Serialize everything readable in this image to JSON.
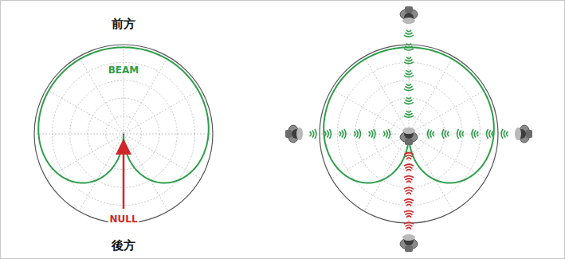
{
  "diagram": {
    "labels": [
      "前方",
      "BEAM",
      "NULL",
      "後方"
    ]
  }
}
